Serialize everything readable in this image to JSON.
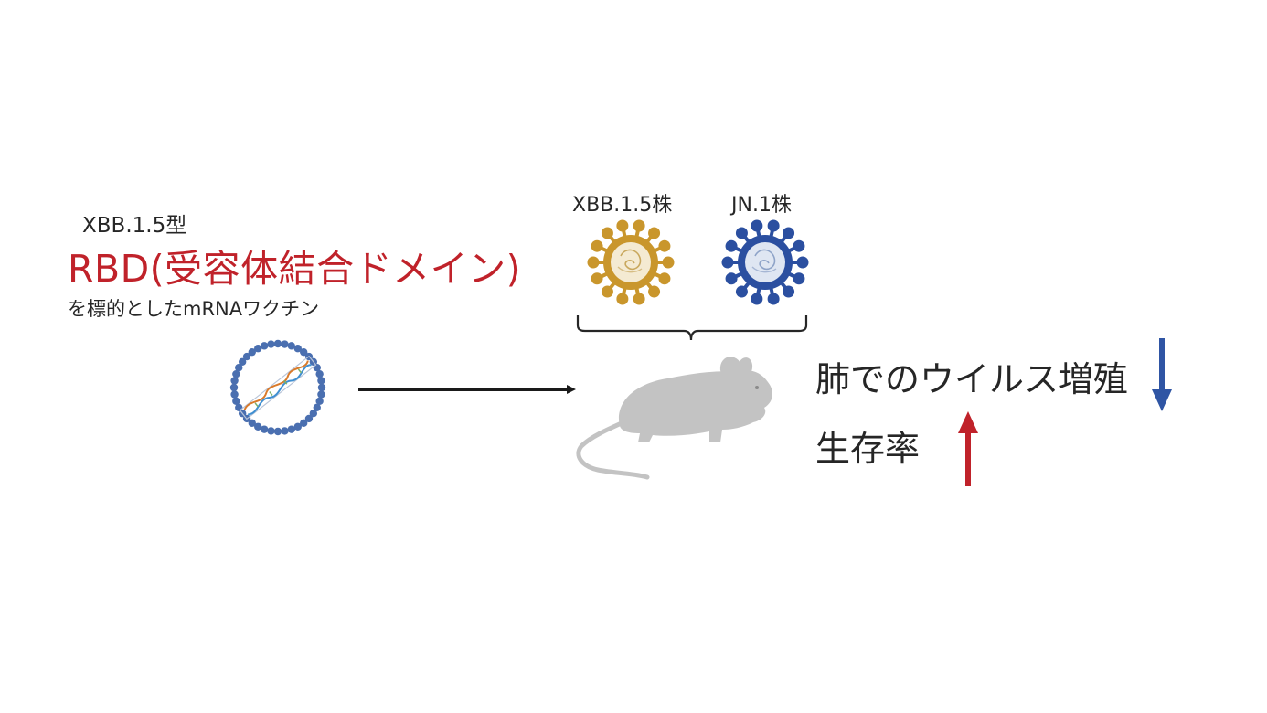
{
  "vaccine": {
    "variant_label": "XBB.1.5型",
    "title": "RBD(受容体結合ドメイン)",
    "caption": "を標的としたmRNAワクチン"
  },
  "strains": [
    {
      "label": "XBB.1.5株",
      "color": "#c9962c"
    },
    {
      "label": "JN.1株",
      "color": "#2b4fa0"
    }
  ],
  "results": [
    {
      "label": "肺でのウイルス増殖",
      "direction": "down",
      "color": "#2f55a4"
    },
    {
      "label": "生存率",
      "direction": "up",
      "color": "#c0222a"
    }
  ],
  "icons": {
    "vaccine": "lipid-nanoparticle-mrna-icon",
    "virus": "coronavirus-icon",
    "animal": "mouse-icon"
  },
  "colors": {
    "mouse": "#c3c3c3",
    "arrow": "#1a1a1a",
    "nanoparticle": "#4a6fb0"
  }
}
